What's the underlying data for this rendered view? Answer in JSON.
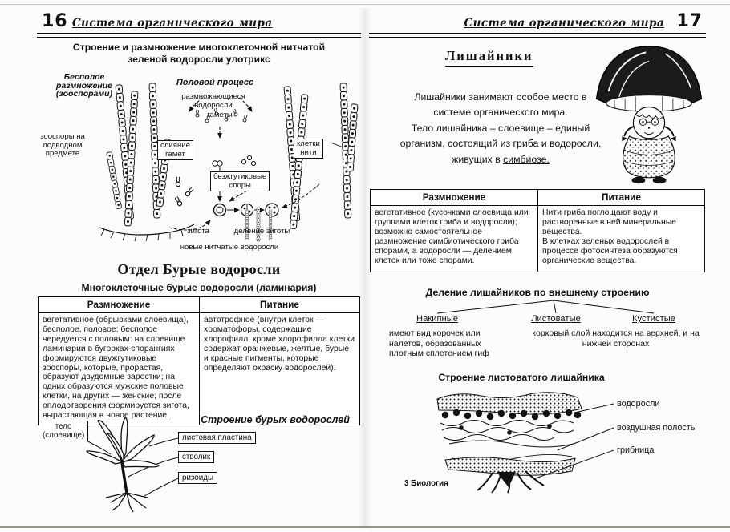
{
  "page_left": {
    "number": "16",
    "header": "Система органического мира",
    "ulothrix": {
      "title": "Строение и размножение многоклеточной нитчатой\nзеленой водоросли улотрикс",
      "labels": {
        "asexual": "Бесполое\nразмножение\n(зооспорами)",
        "sexual": "Половой процесс",
        "reproducing": "размножающиеся\nводоросли",
        "gametes": "гаметы",
        "zoospores": "зооспоры на\nподводном\nпредмете",
        "fusion": "слияние\nгамет",
        "spores": "безжгутиковые\nспоры",
        "thread_cells": "клетки\nнити",
        "zygote": "зигота",
        "zygote_division": "деление зиготы",
        "new_filaments": "новые нитчатые водоросли"
      }
    },
    "brown_algae": {
      "heading": "Отдел Бурые водоросли",
      "subheading": "Многоклеточные бурые водоросли (ламинария)",
      "table": {
        "col_reproduction": "Размножение",
        "col_nutrition": "Питание",
        "reproduction": "вегетативное (обрывками слоевища), бесполое, половое; бесполое чередуется с половым: на слоевище ламинарии в бугорках-спорангиях формируются двужгутиковые зооспоры, которые, прорастая, образуют двудомные заростки; на одних образуются мужские половые клетки, на других — женские; после оплодотворения формируется зигота, вырастающая в новое растение.",
        "nutrition": "автотрофное (внутри клеток — хроматофоры, содержащие хлорофилл; кроме хлорофилла клетки содержат оранжевые, желтые, бурые и красные пигменты, которые определяют окраску водорослей)."
      },
      "structure_title": "Строение бурых водорослей",
      "labels": {
        "body": "тело\n(слоевище)",
        "blade": "листовая пластина",
        "stem": "стволик",
        "rhizoids": "ризоиды"
      }
    }
  },
  "page_right": {
    "number": "17",
    "header": "Система органического мира",
    "lichens": {
      "title": "Лишайники",
      "intro_main": "Лишайники занимают особое место в системе органического мира.\nТело лишайника – слоевище – единый организм, состоящий из гриба и водоросли, живущих в ",
      "intro_symbiosis": "симбиозе.",
      "table": {
        "col_reproduction": "Размножение",
        "col_nutrition": "Питание",
        "reproduction": "вегетативное (кусочками слоевища или группами клеток гриба и водоросли); возможно самостоятельное размножение симбиотического гриба спорами, а водоросли — делением клеток или тоже спорами.",
        "nutrition": "Нити гриба поглощают воду и растворенные в ней минеральные вещества.\nВ клетках зеленых водорослей в процессе фотосинтеза образуются органические вещества."
      },
      "classification": {
        "title": "Деление лишайников по внешнему строению",
        "type_crustose": "Накипные",
        "type_foliose": "Листоватые",
        "type_fruticose": "Кустистые",
        "crustose_desc": "имеют вид корочек или налетов, образованных плотным сплетением гиф",
        "foliose_fruticose_desc": "корковый слой находится на верхней, и на нижней сторонах"
      },
      "structure_title": "Строение листоватого лишайника",
      "structure_labels": {
        "algae": "водоросли",
        "air_cavity": "воздушная полость",
        "mycelium": "грибница"
      },
      "footer": "3 Биология"
    }
  }
}
